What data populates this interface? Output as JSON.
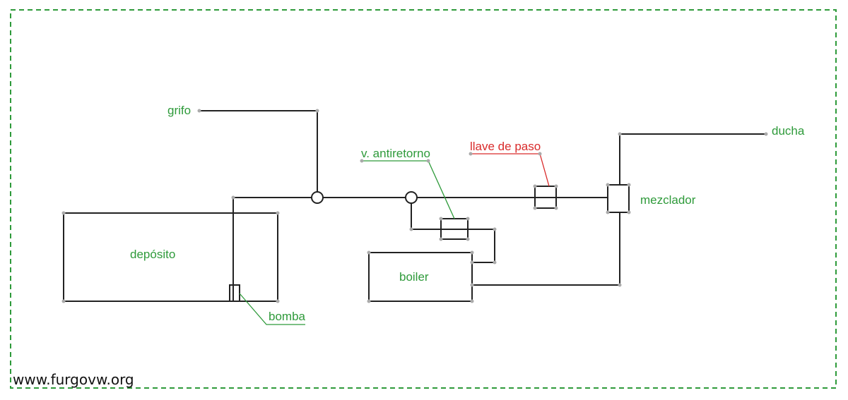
{
  "labels": {
    "grifo": "grifo",
    "ducha": "ducha",
    "antiretorno": "v. antiretorno",
    "llave": "llave de paso",
    "mezclador": "mezclador",
    "deposito": "depósito",
    "boiler": "boiler",
    "bomba": "bomba"
  },
  "watermark": "www.furgovw.org",
  "colors": {
    "label_green": "#2e9a3a",
    "label_red": "#d92b2b",
    "frame_dashed": "#2e9a3a",
    "pipe": "#222222"
  }
}
